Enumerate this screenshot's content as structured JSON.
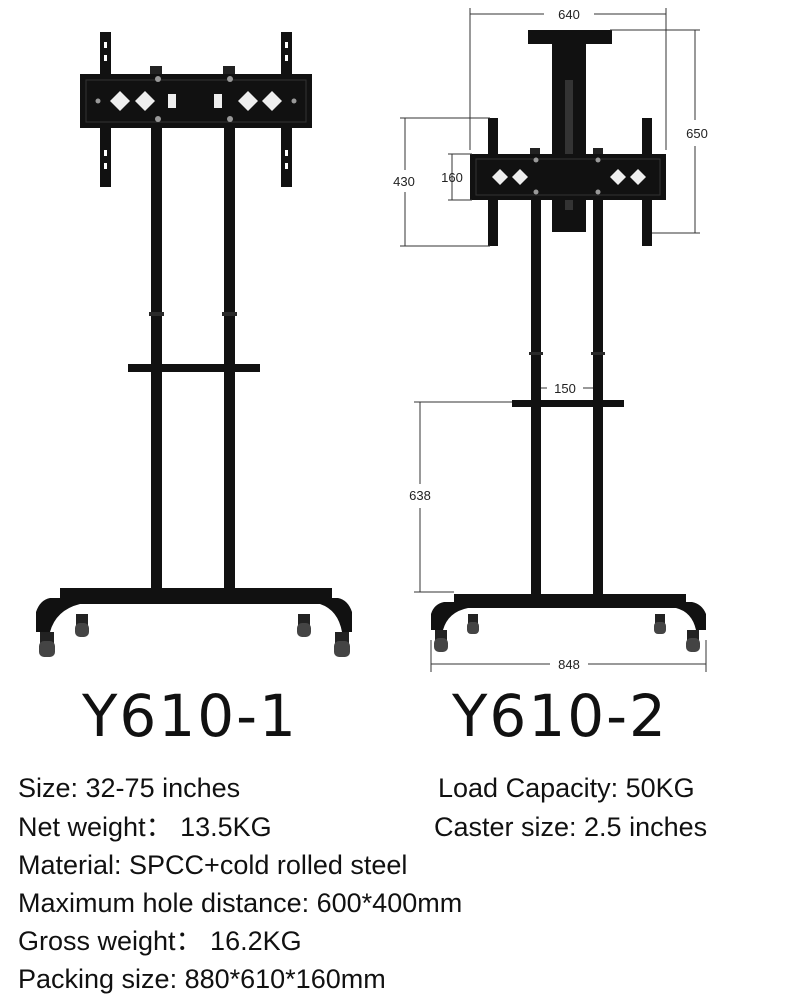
{
  "models": {
    "left": "Y610-1",
    "right": "Y610-2"
  },
  "dimensions": {
    "top_width": "640",
    "total_height": "650",
    "bracket_height": "430",
    "plate_height": "160",
    "pole_gap": "150",
    "shelf_height": "638",
    "base_width": "848"
  },
  "specs": {
    "size": "Size: 32-75 inches",
    "load_capacity": "Load Capacity: 50KG",
    "net_weight": "Net weight：  13.5KG",
    "caster_size": "Caster size: 2.5 inches",
    "material": "Material: SPCC+cold rolled steel",
    "hole_distance": "Maximum hole distance: 600*400mm",
    "gross_weight": "Gross weight：  16.2KG",
    "packing_size": "Packing size: 880*610*160mm"
  },
  "colors": {
    "metal": "#111111",
    "metal_highlight": "#3a3a3a",
    "caster": "#555555"
  }
}
